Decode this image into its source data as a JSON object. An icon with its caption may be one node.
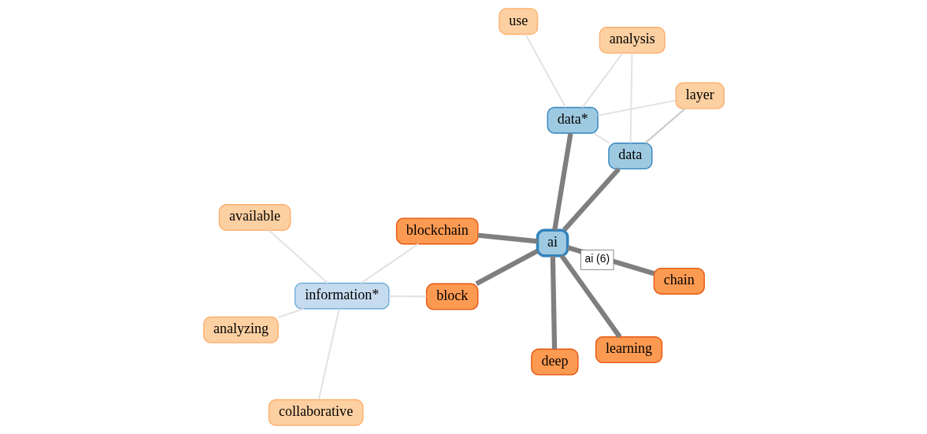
{
  "diagram": {
    "nodes": [
      {
        "text": [
          "ai"
        ]
      },
      {
        "text": [
          "data"
        ]
      },
      {
        "text": [
          "information*"
        ]
      },
      {
        "text": [
          "available"
        ]
      },
      {
        "text": [
          "blockchain"
        ]
      },
      {
        "text": [
          "analyzing"
        ]
      },
      {
        "text": [
          "block"
        ]
      },
      {
        "text": [
          "collaborative"
        ]
      },
      {
        "text": [
          "deep"
        ]
      },
      {
        "text": [
          "chain"
        ]
      },
      {
        "text": [
          "learning"
        ]
      },
      {
        "text": [
          "use"
        ]
      },
      {
        "text": [
          "layer"
        ]
      },
      {
        "text": [
          "analysis"
        ]
      },
      {
        "text": [
          "data*"
        ]
      }
    ],
    "edges": [
      {
        "from": 0,
        "to": 1,
        "arrow": "none",
        "style": "thick",
        "color": "#7f7f7f"
      },
      {
        "from": 0,
        "to": 4,
        "arrow": "none",
        "style": "thick",
        "color": "#7f7f7f"
      },
      {
        "from": 0,
        "to": 6,
        "arrow": "none",
        "style": "thick",
        "color": "#7f7f7f"
      },
      {
        "from": 0,
        "to": 8,
        "arrow": "none",
        "style": "thick",
        "color": "#7f7f7f"
      },
      {
        "from": 0,
        "to": 9,
        "arrow": "none",
        "style": "thick",
        "color": "#7f7f7f"
      },
      {
        "from": 0,
        "to": 10,
        "arrow": "none",
        "style": "thick",
        "color": "#7f7f7f"
      },
      {
        "from": 0,
        "to": 14,
        "arrow": "none",
        "style": "thick",
        "color": "#7f7f7f"
      },
      {
        "from": 2,
        "to": 3,
        "arrow": "none"
      },
      {
        "from": 2,
        "to": 4,
        "arrow": "none"
      },
      {
        "from": 2,
        "to": 5,
        "arrow": "none"
      },
      {
        "from": 2,
        "to": 6,
        "arrow": "none"
      },
      {
        "from": 2,
        "to": 7,
        "arrow": "none"
      },
      {
        "from": 1,
        "to": 12,
        "arrow": "none",
        "color": "#c8c8c8"
      },
      {
        "from": 1,
        "to": 13,
        "arrow": "none"
      },
      {
        "from": 1,
        "to": 14,
        "arrow": "none"
      },
      {
        "from": 14,
        "to": 12,
        "arrow": "none"
      },
      {
        "from": 14,
        "to": 11,
        "arrow": "none"
      },
      {
        "from": 14,
        "to": 13,
        "arrow": "none"
      }
    ],
    "labels": [
      "ai (6)"
    ]
  }
}
